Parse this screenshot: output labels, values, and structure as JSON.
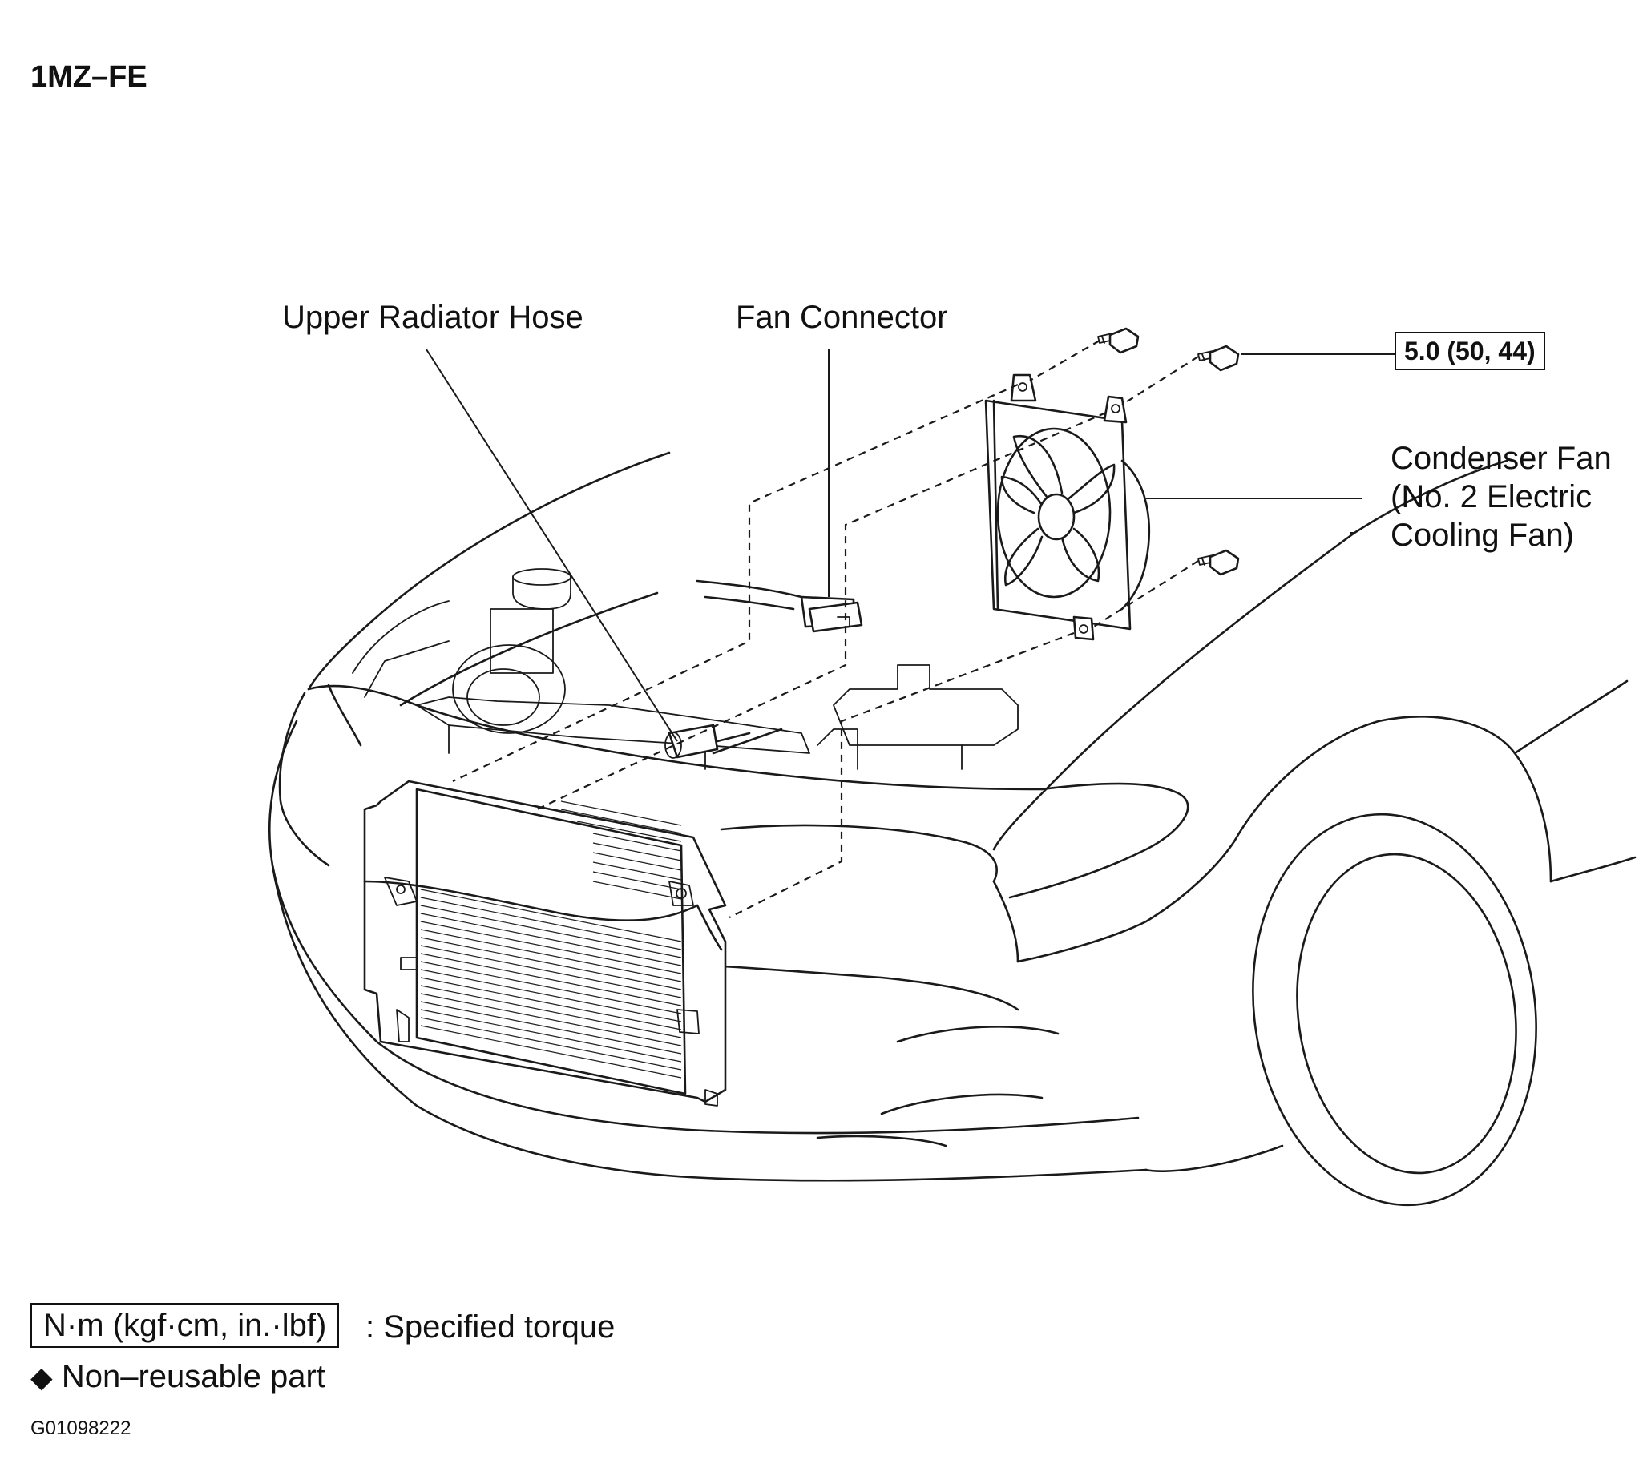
{
  "header": {
    "engine_code": "1MZ–FE"
  },
  "callouts": {
    "upper_radiator_hose": "Upper Radiator Hose",
    "fan_connector": "Fan Connector",
    "torque_value": "5.0 (50, 44)",
    "condenser_fan": {
      "line1": "Condenser Fan",
      "line2": "(No. 2 Electric",
      "line3": "Cooling Fan)"
    }
  },
  "legend": {
    "torque_unit": "N·m (kgf·cm, in.·lbf)",
    "torque_desc": ": Specified torque",
    "nonreusable_symbol": "◆",
    "nonreusable_desc": "Non–reusable part"
  },
  "figure_id": "G01098222"
}
